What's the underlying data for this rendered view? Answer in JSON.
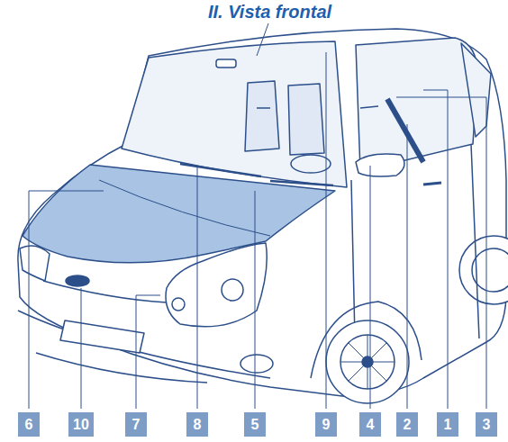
{
  "diagram": {
    "title": "II. Vista frontal",
    "nodes": [
      {
        "text": [
          "6"
        ]
      },
      {
        "text": [
          "10"
        ]
      },
      {
        "text": [
          "7"
        ]
      },
      {
        "text": [
          "8"
        ]
      },
      {
        "text": [
          "5"
        ]
      },
      {
        "text": [
          "9"
        ]
      },
      {
        "text": [
          "4"
        ]
      },
      {
        "text": [
          "2"
        ]
      },
      {
        "text": [
          "1"
        ]
      },
      {
        "text": [
          "3"
        ]
      }
    ]
  }
}
